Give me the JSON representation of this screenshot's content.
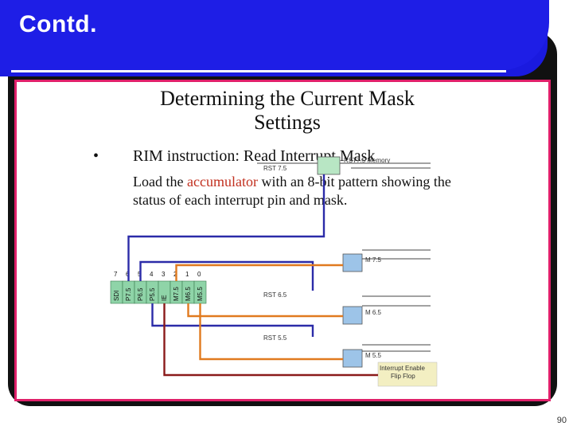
{
  "header": {
    "title": "Contd."
  },
  "slide": {
    "title_line1": "Determining the Current Mask",
    "title_line2": "Settings",
    "bullet": "RIM instruction: Read Interrupt Mask",
    "body_pre": "Load the ",
    "body_accent": "accumulator",
    "body_post": " with an 8-bit pattern showing the status of each interrupt pin and mask.",
    "page_number": "90"
  },
  "diagram": {
    "bit_numbers": [
      "7",
      "6",
      "5",
      "4",
      "3",
      "2",
      "1",
      "0"
    ],
    "bit_fields": [
      "SDI",
      "P7.5",
      "P6.5",
      "P5.5",
      "IE",
      "M7.5",
      "M6.5",
      "M5.5"
    ],
    "labels": {
      "rst75": "RST 7.5",
      "rst65": "RST 6.5",
      "rst55": "RST 5.5",
      "mem": "RST7.5 Memory",
      "m75": "M 7.5",
      "m65": "M 6.5",
      "m55": "M 5.5",
      "ie_line1": "Interrupt Enable",
      "ie_line2": "Flip Flop"
    },
    "colors": {
      "blue": "#2b2ba8",
      "orange": "#e07a1f",
      "maroon": "#8a1a1a",
      "register_fill": "#8fd4a8",
      "flipflop_fill": "#9dc4e8",
      "memory_fill": "#b8e6c4",
      "ie_box_fill": "#f3efc2"
    }
  }
}
